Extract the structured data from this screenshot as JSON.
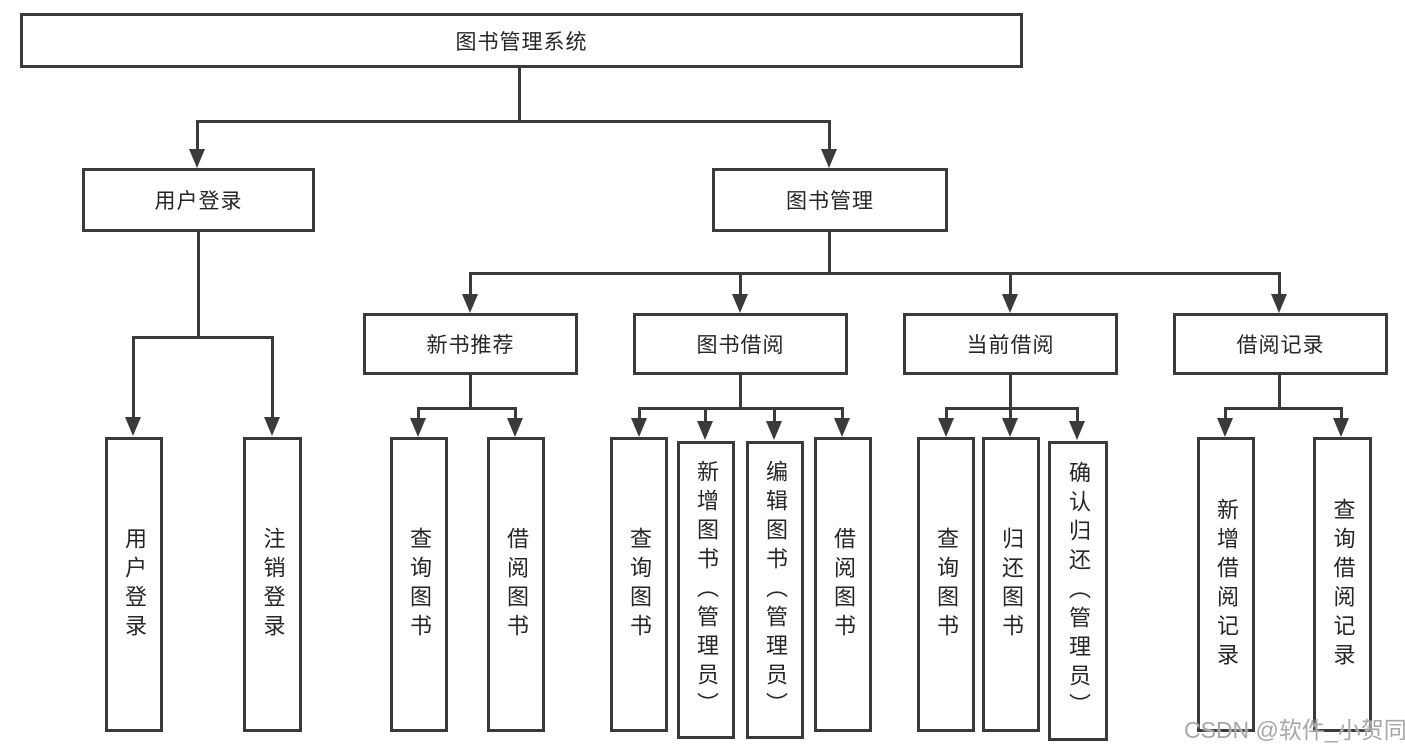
{
  "colors": {
    "line": "#3a3a3a",
    "text": "#262626",
    "bg": "#ffffff",
    "watermark": "#a8a8a8"
  },
  "watermark": "CSDN @软件_小贺同学",
  "root": {
    "label": "图书管理系统",
    "children": [
      {
        "label": "用户登录",
        "children": [
          {
            "label": "用户登录"
          },
          {
            "label": "注销登录"
          }
        ]
      },
      {
        "label": "图书管理",
        "children": [
          {
            "label": "新书推荐",
            "children": [
              {
                "label": "查询图书"
              },
              {
                "label": "借阅图书"
              }
            ]
          },
          {
            "label": "图书借阅",
            "children": [
              {
                "label": "查询图书"
              },
              {
                "label": "新增图书（管理员）"
              },
              {
                "label": "编辑图书（管理员）"
              },
              {
                "label": "借阅图书"
              }
            ]
          },
          {
            "label": "当前借阅",
            "children": [
              {
                "label": "查询图书"
              },
              {
                "label": "归还图书"
              },
              {
                "label": "确认归还（管理员）"
              }
            ]
          },
          {
            "label": "借阅记录",
            "children": [
              {
                "label": "新增借阅记录"
              },
              {
                "label": "查询借阅记录"
              }
            ]
          }
        ]
      }
    ]
  }
}
